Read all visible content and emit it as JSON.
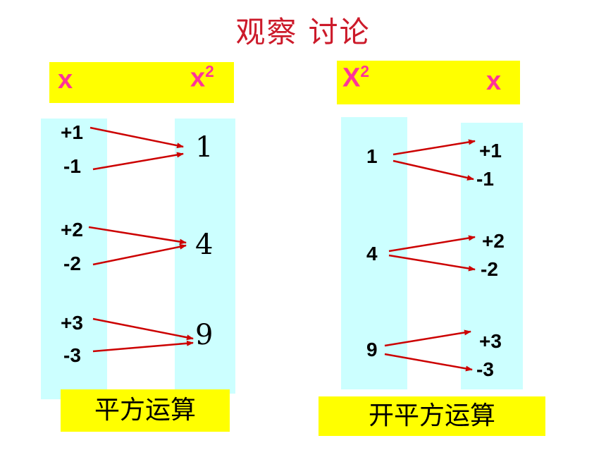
{
  "title": "观察  讨论",
  "left": {
    "header_x": "x",
    "header_x2_base": "x",
    "header_x2_exp": "2",
    "inputs": [
      "+1",
      "-1",
      "+2",
      "-2",
      "+3",
      "-3"
    ],
    "outputs": [
      "1",
      "4",
      "9"
    ],
    "caption": "平方运算"
  },
  "right": {
    "header_x2_base": "X",
    "header_x2_exp": "2",
    "header_x": "x",
    "inputs": [
      "1",
      "4",
      "9"
    ],
    "outputs": [
      "+1",
      "-1",
      "+2",
      "-2",
      "+3",
      "-3"
    ],
    "caption": "开平方运算"
  },
  "colors": {
    "title": "#cc1a2a",
    "header_text": "#ff3399",
    "header_bg": "#ffff00",
    "column_bg": "#ccffff",
    "arrow": "#cc0000"
  }
}
